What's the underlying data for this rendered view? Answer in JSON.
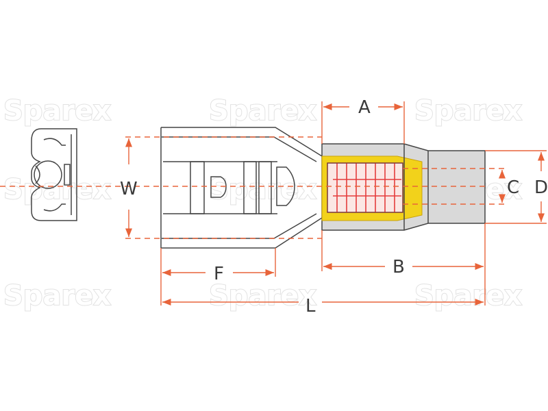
{
  "watermark": {
    "text": "Sparex"
  },
  "labels": {
    "A": "A",
    "B": "B",
    "C": "C",
    "D": "D",
    "F": "F",
    "L": "L",
    "W": "W"
  },
  "colors": {
    "dimension_line": "#e8643a",
    "sleeve_fill": "#d9d9d9",
    "insert_yellow": "#f2d21b",
    "insert_red": "#e53b3b",
    "outline": "#444444"
  }
}
